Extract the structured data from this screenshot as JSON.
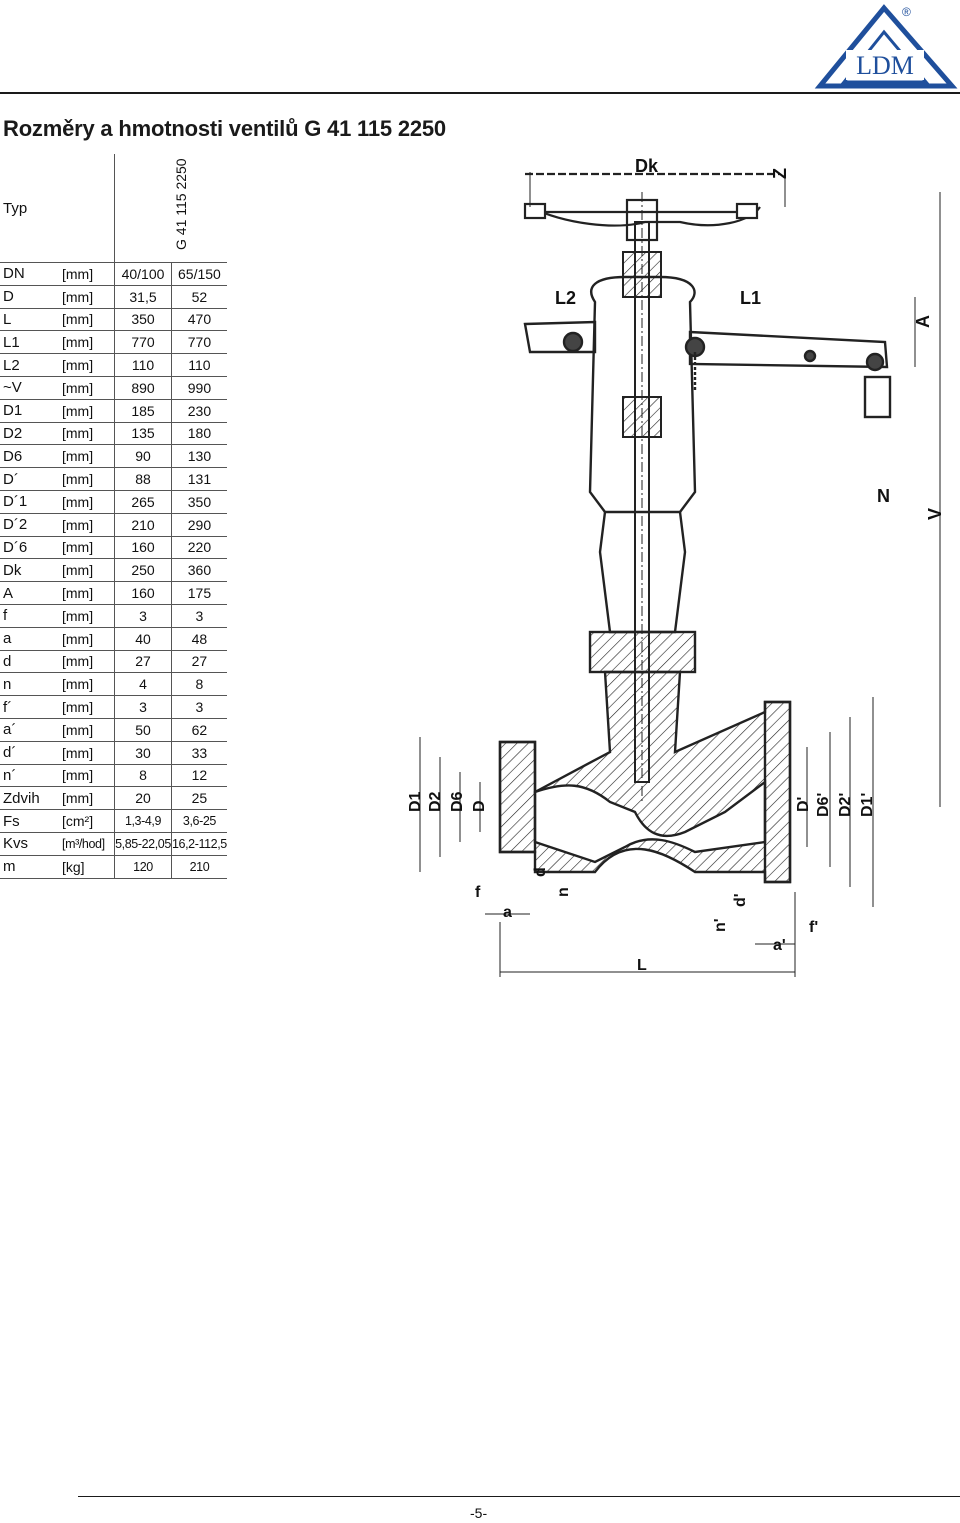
{
  "logo": {
    "text": "LDM",
    "mark": "®"
  },
  "title": "Rozměry a hmotnosti ventilů G 41 115 2250",
  "table": {
    "type_label": "Typ",
    "type_value": "G 41 115 2250",
    "rows": [
      {
        "sym": "DN",
        "unit": "[mm]",
        "v1": "40/100",
        "v2": "65/150"
      },
      {
        "sym": "D",
        "unit": "[mm]",
        "v1": "31,5",
        "v2": "52"
      },
      {
        "sym": "L",
        "unit": "[mm]",
        "v1": "350",
        "v2": "470"
      },
      {
        "sym": "L1",
        "unit": "[mm]",
        "v1": "770",
        "v2": "770"
      },
      {
        "sym": "L2",
        "unit": "[mm]",
        "v1": "110",
        "v2": "110"
      },
      {
        "sym": "~V",
        "unit": "[mm]",
        "v1": "890",
        "v2": "990"
      },
      {
        "sym": "D1",
        "unit": "[mm]",
        "v1": "185",
        "v2": "230"
      },
      {
        "sym": "D2",
        "unit": "[mm]",
        "v1": "135",
        "v2": "180"
      },
      {
        "sym": "D6",
        "unit": "[mm]",
        "v1": "90",
        "v2": "130"
      },
      {
        "sym": "D´",
        "unit": "[mm]",
        "v1": "88",
        "v2": "131"
      },
      {
        "sym": "D´1",
        "unit": "[mm]",
        "v1": "265",
        "v2": "350"
      },
      {
        "sym": "D´2",
        "unit": "[mm]",
        "v1": "210",
        "v2": "290"
      },
      {
        "sym": "D´6",
        "unit": "[mm]",
        "v1": "160",
        "v2": "220"
      },
      {
        "sym": "Dk",
        "unit": "[mm]",
        "v1": "250",
        "v2": "360"
      },
      {
        "sym": "A",
        "unit": "[mm]",
        "v1": "160",
        "v2": "175"
      },
      {
        "sym": "f",
        "unit": "[mm]",
        "v1": "3",
        "v2": "3"
      },
      {
        "sym": "a",
        "unit": "[mm]",
        "v1": "40",
        "v2": "48"
      },
      {
        "sym": "d",
        "unit": "[mm]",
        "v1": "27",
        "v2": "27"
      },
      {
        "sym": "n",
        "unit": "[mm]",
        "v1": "4",
        "v2": "8"
      },
      {
        "sym": "f´",
        "unit": "[mm]",
        "v1": "3",
        "v2": "3"
      },
      {
        "sym": "a´",
        "unit": "[mm]",
        "v1": "50",
        "v2": "62"
      },
      {
        "sym": "d´",
        "unit": "[mm]",
        "v1": "30",
        "v2": "33"
      },
      {
        "sym": "n´",
        "unit": "[mm]",
        "v1": "8",
        "v2": "12"
      },
      {
        "sym": "Zdvih",
        "unit": "[mm]",
        "v1": "20",
        "v2": "25"
      },
      {
        "sym": "Fs",
        "unit": "[cm²]",
        "v1": "1,3-4,9",
        "v2": "3,6-25"
      },
      {
        "sym": "Kvs",
        "unit": "[m³/hod]",
        "v1": "5,85-22,05",
        "v2": "16,2-112,5"
      },
      {
        "sym": "m",
        "unit": "[kg]",
        "v1": "120",
        "v2": "210"
      }
    ]
  },
  "drawing_labels": {
    "dk": "Dk",
    "z": "Z",
    "l2": "L2",
    "l1": "L1",
    "a_cap": "A",
    "n_cap": "N",
    "v": "V",
    "d1": "D1",
    "d2": "D2",
    "d6": "D6",
    "d": "D",
    "dp": "D'",
    "d6p": "D6'",
    "d2p": "D2'",
    "d1p": "D1'",
    "f": "f",
    "a": "a",
    "d_small": "d",
    "n": "n",
    "np": "n'",
    "dpp": "d'",
    "ap": "a'",
    "fp": "f'",
    "l": "L"
  },
  "page_number": "-5-"
}
